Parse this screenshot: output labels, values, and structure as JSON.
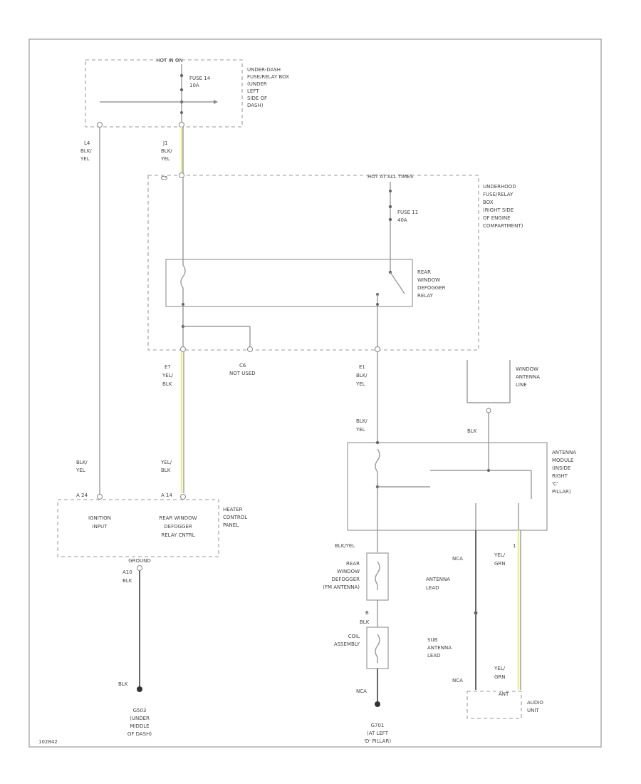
{
  "diagram": {
    "figure_id": "102842",
    "labels": {
      "hot_in_on": "HOT IN ON",
      "fuse14": [
        "FUSE 14",
        "10A"
      ],
      "underdash_box": [
        "UNDER-DASH",
        "FUSE/RELAY BOX",
        "(UNDER",
        "LEFT",
        "SIDE OF",
        "DASH)"
      ],
      "wire_l4": [
        "L4",
        "BLK/",
        "YEL"
      ],
      "wire_j1": [
        "J1",
        "BLK/",
        "YEL"
      ],
      "conn_c5": "C5",
      "hot_at_all_times": "HOT AT ALL TIMES",
      "underhood_box": [
        "UNDERHOOD",
        "FUSE/RELAY",
        "BOX",
        "(RIGHT SIDE",
        "OF ENGINE",
        "COMPARTMENT)"
      ],
      "fuse11": [
        "FUSE 11",
        "40A"
      ],
      "defogger_relay": [
        "REAR",
        "WINDOW",
        "DEFOGGER",
        "RELAY"
      ],
      "conn_e7": [
        "E7",
        "YEL/",
        "BLK"
      ],
      "conn_e1": [
        "E1",
        "BLK/",
        "YEL"
      ],
      "not_used": [
        "C6",
        "NOT USED"
      ],
      "window_antenna_line": [
        "WINDOW",
        "ANTENNA",
        "LINE"
      ],
      "blk_yel_a": [
        "BLK/",
        "YEL"
      ],
      "yel_blk_a": [
        "YEL/",
        "BLK"
      ],
      "blk_yel_b": [
        "BLK/",
        "YEL"
      ],
      "blk": "BLK",
      "antenna_module": [
        "ANTENNA",
        "MODULE",
        "(INSIDE",
        "RIGHT",
        "'C'",
        "PILLAR)"
      ],
      "pin_a24": "A 24",
      "pin_a14": "A 14",
      "ignition_input": [
        "IGNITION",
        "INPUT"
      ],
      "rear_window_ctrl": [
        "REAR WINDOW",
        "DEFOGGER",
        "RELAY CNTRL"
      ],
      "heater_panel": [
        "HEATER",
        "CONTROL",
        "PANEL"
      ],
      "ground": "GROUND",
      "a10_blk": [
        "A10",
        "BLK"
      ],
      "blk_yel_c": "BLK/YEL",
      "rear_window_defogger": [
        "REAR",
        "WINDOW",
        "DEFOGGER",
        "(FM ANTENNA)"
      ],
      "pin1": "1",
      "yel_grn_a": [
        "YEL/",
        "GRN"
      ],
      "nca": "NCA",
      "antenna_lead": [
        "ANTENNA",
        "LEAD"
      ],
      "coil_assembly": [
        "COIL",
        "ASSEMBLY"
      ],
      "pin_b": "B",
      "blk_b": "BLK",
      "sub_antenna_lead": [
        "SUB",
        "ANTENNA",
        "LEAD"
      ],
      "yel_grn_b": [
        "YEL/",
        "GRN"
      ],
      "nca_b": "NCA",
      "audio_unit": [
        "AUDIO",
        "UNIT"
      ],
      "ant": "ANT",
      "blk_g": "BLK",
      "g503": [
        "G503",
        "(UNDER",
        "MIDDLE",
        "OF DASH)"
      ],
      "nca_g": "NCA",
      "g701": [
        "G701",
        "(AT LEFT",
        "'D' PILLAR)"
      ]
    }
  }
}
